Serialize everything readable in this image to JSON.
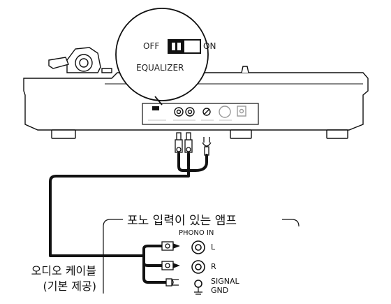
{
  "equalizer_callout": {
    "off_label": "OFF",
    "on_label": "ON",
    "title": "EQUALIZER"
  },
  "amplifier": {
    "title": "포노 입력이 있는 앰프",
    "input_label": "PHONO IN",
    "jacks": [
      {
        "label": "L"
      },
      {
        "label": "R"
      },
      {
        "label": "SIGNAL"
      },
      {
        "label": "GND"
      }
    ]
  },
  "cable": {
    "line1": "오디오 케이블",
    "line2": "(기본 제공)"
  }
}
